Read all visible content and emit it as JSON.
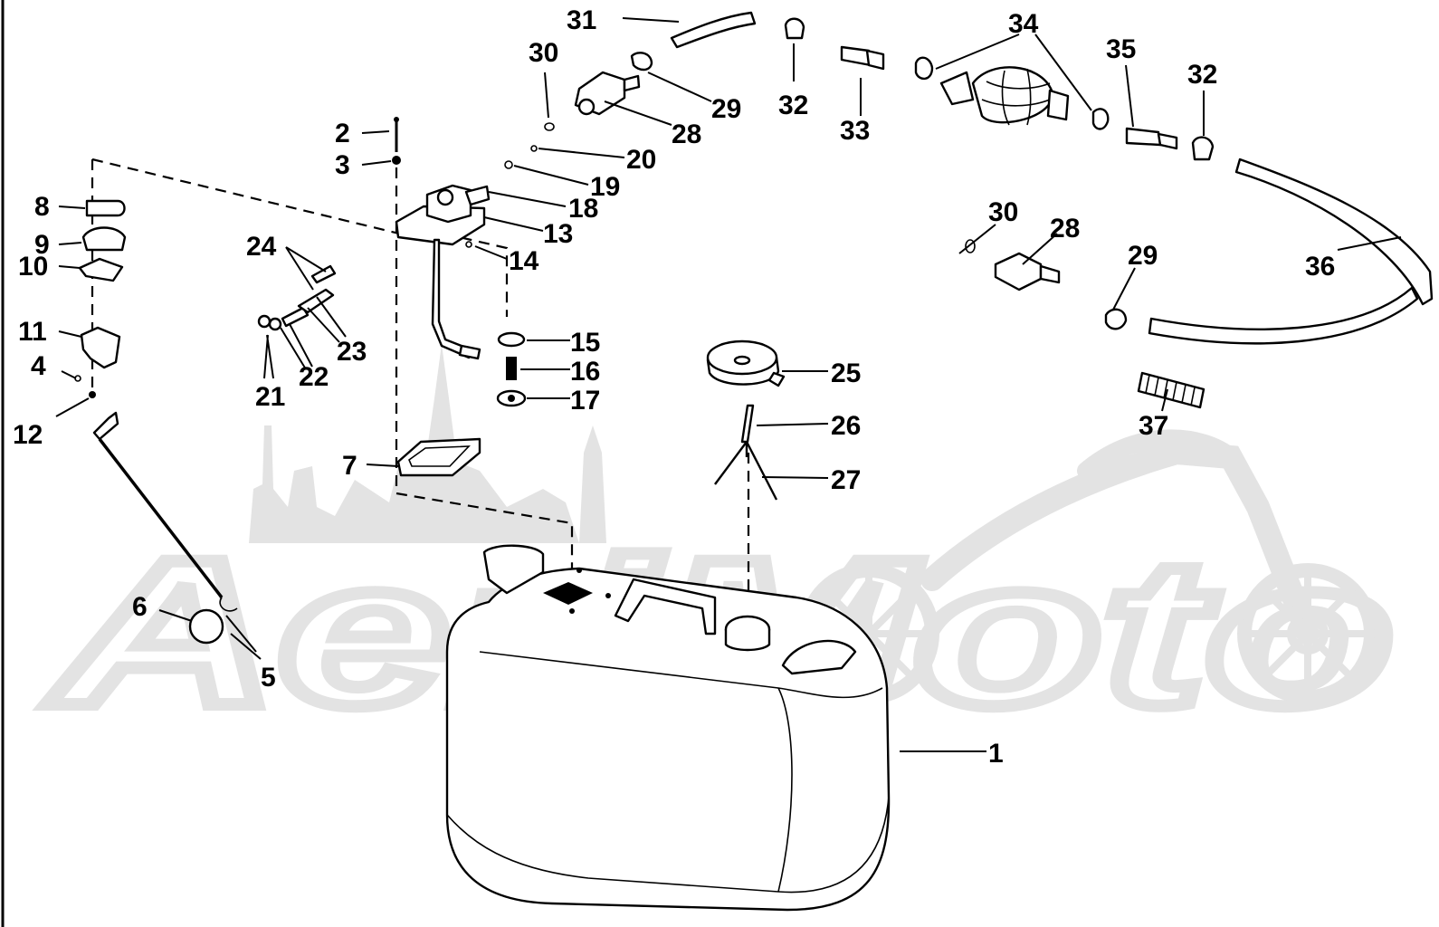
{
  "labels": {
    "l1": "1",
    "l2": "2",
    "l3": "3",
    "l4": "4",
    "l5": "5",
    "l6": "6",
    "l7": "7",
    "l8": "8",
    "l9": "9",
    "l10": "10",
    "l11": "11",
    "l12": "12",
    "l13": "13",
    "l14": "14",
    "l15": "15",
    "l16": "16",
    "l17": "17",
    "l18": "18",
    "l19": "19",
    "l20": "20",
    "l21": "21",
    "l22": "22",
    "l23": "23",
    "l24": "24",
    "l25": "25",
    "l26": "26",
    "l27": "27",
    "l28a": "28",
    "l28b": "28",
    "l29a": "29",
    "l29b": "29",
    "l30a": "30",
    "l30b": "30",
    "l31": "31",
    "l32a": "32",
    "l32b": "32",
    "l33": "33",
    "l34": "34",
    "l35": "35",
    "l36": "36",
    "l37": "37"
  },
  "watermark": {
    "text": "AeriMoto"
  }
}
